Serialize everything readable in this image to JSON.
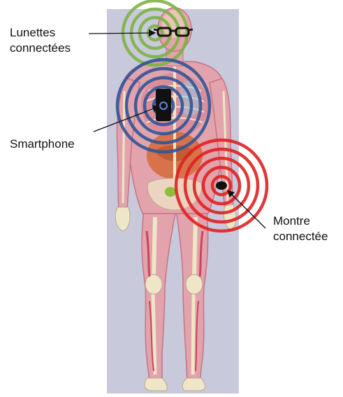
{
  "labels": {
    "glasses": [
      "Lunettes",
      "connectées"
    ],
    "smartphone": "Smartphone",
    "watch": [
      "Montre",
      "connectée"
    ]
  },
  "colors": {
    "panel_background": "#c9c9dc",
    "skin": "#e2a3ac",
    "skin_shadow": "#c47483",
    "bone": "#efe6c8",
    "muscle": "#c8465a",
    "organs": "#d56a3a",
    "glasses_waves": "#7cb342",
    "smartphone_waves": "#2f5597",
    "watch_waves": "#e02020",
    "text": "#111111"
  },
  "devices": {
    "glasses": {
      "icon": "glasses-icon",
      "wave_count": 4
    },
    "smartphone": {
      "icon": "smartphone-icon",
      "wave_count": 5
    },
    "watch": {
      "icon": "watch-icon",
      "wave_count": 5
    }
  }
}
